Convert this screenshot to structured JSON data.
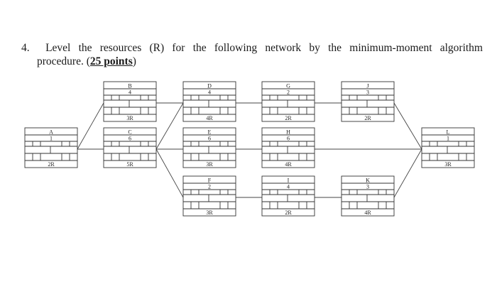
{
  "question": {
    "number": "4.",
    "line1": "Level the resources (R) for the following network by the minimum-moment algorithm",
    "line2_prefix": "procedure. (",
    "points": "25 points",
    "line2_suffix": ")"
  },
  "activities": [
    {
      "id": "A",
      "name": "A",
      "duration": "1",
      "resource": "2R"
    },
    {
      "id": "B",
      "name": "B",
      "duration": "4",
      "resource": "3R"
    },
    {
      "id": "C",
      "name": "C",
      "duration": "6",
      "resource": "5R"
    },
    {
      "id": "D",
      "name": "D",
      "duration": "4",
      "resource": "4R"
    },
    {
      "id": "E",
      "name": "E",
      "duration": "6",
      "resource": "3R"
    },
    {
      "id": "F",
      "name": "F",
      "duration": "2",
      "resource": "3R"
    },
    {
      "id": "G",
      "name": "G",
      "duration": "2",
      "resource": "2R"
    },
    {
      "id": "H",
      "name": "H",
      "duration": "6",
      "resource": "4R"
    },
    {
      "id": "I",
      "name": "I",
      "duration": "4",
      "resource": "2R"
    },
    {
      "id": "J",
      "name": "J",
      "duration": "3",
      "resource": "2R"
    },
    {
      "id": "K",
      "name": "K",
      "duration": "3",
      "resource": "4R"
    },
    {
      "id": "L",
      "name": "L",
      "duration": "1",
      "resource": "3R"
    }
  ],
  "links": [
    [
      "A",
      "B"
    ],
    [
      "A",
      "C"
    ],
    [
      "B",
      "D"
    ],
    [
      "C",
      "D"
    ],
    [
      "C",
      "E"
    ],
    [
      "C",
      "F"
    ],
    [
      "D",
      "G"
    ],
    [
      "E",
      "H"
    ],
    [
      "F",
      "I"
    ],
    [
      "G",
      "J"
    ],
    [
      "I",
      "K"
    ],
    [
      "J",
      "L"
    ],
    [
      "H",
      "L"
    ],
    [
      "K",
      "L"
    ]
  ]
}
